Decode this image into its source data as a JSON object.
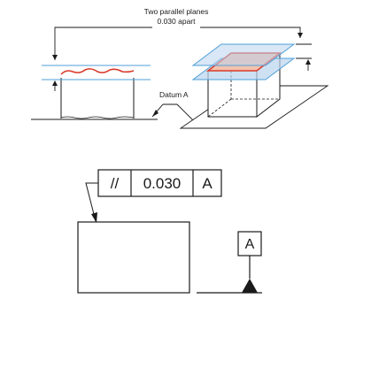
{
  "callout": {
    "line1": "Two parallel planes",
    "line2": "0.030 apart"
  },
  "datum_label": "Datum A",
  "feature_control_frame": {
    "symbol": "//",
    "tolerance": "0.030",
    "datum": "A"
  },
  "datum_feature": {
    "letter": "A"
  },
  "colors": {
    "line": "#1a1a1a",
    "tolerance_zone_blue": "#4f9fd8",
    "plane_fill": "#b9d4ee",
    "surface_red": "#d93a2b",
    "surface_fill": "#f3c2ae"
  }
}
